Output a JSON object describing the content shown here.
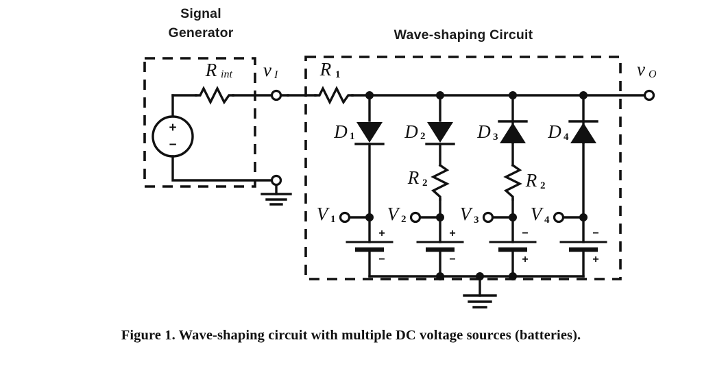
{
  "figure": {
    "caption": "Figure 1. Wave-shaping circuit with multiple DC voltage sources (batteries).",
    "background_color": "#ffffff",
    "ink_color": "#111111"
  },
  "blocks": [
    {
      "id": "signal-generator",
      "title": "Signal",
      "title_line2": "Generator",
      "style": "dashed-box"
    },
    {
      "id": "wave-shaping",
      "title": "Wave-shaping Circuit",
      "style": "dashed-box"
    }
  ],
  "headers": {
    "signal_generator_line1": "Signal",
    "signal_generator_line2": "Generator",
    "wave_shaping": "Wave-shaping Circuit"
  },
  "components": {
    "source": {
      "label": "",
      "type": "voltage-source-circle",
      "plus": "+",
      "minus": "−"
    },
    "r_int": {
      "base": "R",
      "sub": "int",
      "type": "resistor"
    },
    "r_1": {
      "base": "R",
      "sub": "1",
      "type": "resistor"
    },
    "r_2_left": {
      "base": "R",
      "sub": "2",
      "type": "resistor"
    },
    "r_2_right": {
      "base": "R",
      "sub": "2",
      "type": "resistor"
    },
    "diodes": [
      {
        "base": "D",
        "sub": "1",
        "orientation": "down",
        "label_side": "left"
      },
      {
        "base": "D",
        "sub": "2",
        "orientation": "down",
        "label_side": "left"
      },
      {
        "base": "D",
        "sub": "3",
        "orientation": "up",
        "label_side": "left"
      },
      {
        "base": "D",
        "sub": "4",
        "orientation": "up",
        "label_side": "left"
      }
    ],
    "batteries": [
      {
        "base": "V",
        "sub": "1",
        "top_sign": "+",
        "bottom_sign": "−"
      },
      {
        "base": "V",
        "sub": "2",
        "top_sign": "+",
        "bottom_sign": "−"
      },
      {
        "base": "V",
        "sub": "3",
        "top_sign": "−",
        "bottom_sign": "+"
      },
      {
        "base": "V",
        "sub": "4",
        "top_sign": "−",
        "bottom_sign": "+"
      }
    ]
  },
  "terminals": {
    "v_in": {
      "base": "v",
      "sub": "I"
    },
    "v_out": {
      "base": "v",
      "sub": "O"
    }
  },
  "grounds": [
    {
      "id": "ground-signal-generator",
      "bars": 3
    },
    {
      "id": "ground-wave-shaping",
      "bars": 3
    }
  ]
}
